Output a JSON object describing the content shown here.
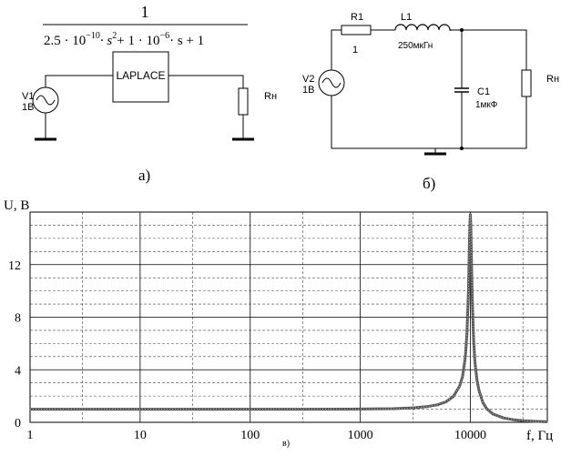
{
  "circuit_a": {
    "tf_numerator": "1",
    "tf_denominator": {
      "coef1": "2.5",
      "exp1": "−10",
      "term1": "· s",
      "pow1": "2",
      "plus1": "+ 1 · 10",
      "exp2": "−6",
      "term2": "· s + 1"
    },
    "block_label": "LAPLACE",
    "source_label": "V1",
    "source_value": "1В",
    "load_label": "Rн",
    "caption": "а)"
  },
  "circuit_b": {
    "r1_label": "R1",
    "r1_value": "1",
    "l1_label": "L1",
    "l1_value": "250мкГн",
    "source_label": "V2",
    "source_value": "1В",
    "c1_label": "C1",
    "c1_value": "1мкФ",
    "load_label": "Rн",
    "caption": "б)"
  },
  "chart_data": {
    "type": "line",
    "ylabel": "U, В",
    "xlabel": "f, Гц",
    "caption": "в)",
    "x_scale": "log",
    "xlim": [
      1,
      50000
    ],
    "ylim": [
      0,
      16
    ],
    "x_ticks": [
      1,
      10,
      100,
      1000,
      10000
    ],
    "x_tick_labels": [
      "1",
      "10",
      "100",
      "1000",
      "10000"
    ],
    "y_ticks": [
      0,
      4,
      8,
      12
    ],
    "y_tick_labels": [
      "0",
      "4",
      "8",
      "12"
    ],
    "grid": true,
    "series": [
      {
        "x": [
          1,
          3,
          10,
          30,
          100,
          300,
          1000,
          2000,
          3000,
          4000,
          5000,
          6000,
          7000,
          8000,
          8500,
          9000,
          9300,
          9600,
          9800,
          9900,
          10000,
          10100,
          10200,
          10400,
          10700,
          11000,
          11500,
          12000,
          13000,
          14000,
          16000,
          20000,
          25000,
          30000,
          40000,
          50000
        ],
        "y": [
          1.0,
          1.0,
          1.0,
          1.0,
          1.0,
          1.0,
          1.01,
          1.04,
          1.1,
          1.19,
          1.33,
          1.56,
          1.96,
          2.77,
          3.5,
          5.0,
          6.7,
          10.0,
          13.5,
          15.2,
          15.8,
          15.0,
          13.0,
          9.3,
          6.2,
          4.6,
          3.2,
          2.4,
          1.5,
          1.05,
          0.64,
          0.33,
          0.19,
          0.12,
          0.07,
          0.04
        ],
        "color": "#555555"
      }
    ]
  }
}
